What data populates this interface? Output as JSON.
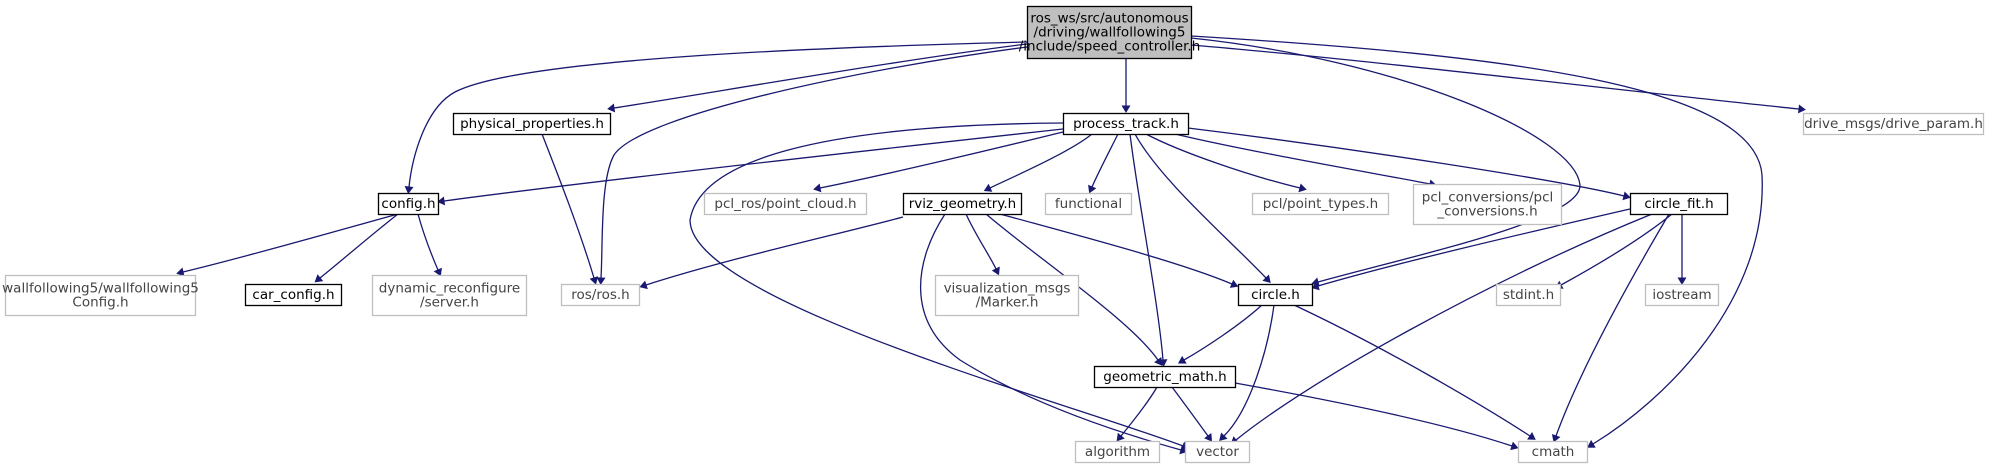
{
  "diagram": {
    "colors": {
      "edge": "#191970",
      "root_fill": "#bfbfbf",
      "external_border": "#bfbfbf",
      "local_border": "#000000"
    },
    "nodes": {
      "speed_controller": {
        "lines": [
          "ros_ws/src/autonomous",
          "/driving/wallfollowing5",
          "/include/speed_controller.h"
        ],
        "kind": "root"
      },
      "physical_properties": {
        "lines": [
          "physical_properties.h"
        ],
        "kind": "local"
      },
      "process_track": {
        "lines": [
          "process_track.h"
        ],
        "kind": "local"
      },
      "drive_param": {
        "lines": [
          "drive_msgs/drive_param.h"
        ],
        "kind": "external"
      },
      "config": {
        "lines": [
          "config.h"
        ],
        "kind": "local"
      },
      "pcl_point_cloud": {
        "lines": [
          "pcl_ros/point_cloud.h"
        ],
        "kind": "external"
      },
      "rviz_geometry": {
        "lines": [
          "rviz_geometry.h"
        ],
        "kind": "local"
      },
      "functional": {
        "lines": [
          "functional"
        ],
        "kind": "external"
      },
      "pcl_point_types": {
        "lines": [
          "pcl/point_types.h"
        ],
        "kind": "external"
      },
      "pcl_conversions": {
        "lines": [
          "pcl_conversions/pcl",
          "_conversions.h"
        ],
        "kind": "external"
      },
      "circle_fit": {
        "lines": [
          "circle_fit.h"
        ],
        "kind": "local"
      },
      "wf_config": {
        "lines": [
          "wallfollowing5/wallfollowing5",
          "Config.h"
        ],
        "kind": "external"
      },
      "car_config": {
        "lines": [
          "car_config.h"
        ],
        "kind": "local"
      },
      "dyn_server": {
        "lines": [
          "dynamic_reconfigure",
          "/server.h"
        ],
        "kind": "external"
      },
      "ros_ros": {
        "lines": [
          "ros/ros.h"
        ],
        "kind": "external"
      },
      "viz_marker": {
        "lines": [
          "visualization_msgs",
          "/Marker.h"
        ],
        "kind": "external"
      },
      "circle": {
        "lines": [
          "circle.h"
        ],
        "kind": "local"
      },
      "stdint": {
        "lines": [
          "stdint.h"
        ],
        "kind": "external"
      },
      "iostream": {
        "lines": [
          "iostream"
        ],
        "kind": "external"
      },
      "geometric_math": {
        "lines": [
          "geometric_math.h"
        ],
        "kind": "local"
      },
      "algorithm": {
        "lines": [
          "algorithm"
        ],
        "kind": "external"
      },
      "vector": {
        "lines": [
          "vector"
        ],
        "kind": "external"
      },
      "cmath": {
        "lines": [
          "cmath"
        ],
        "kind": "external"
      }
    },
    "edges": [
      [
        "speed_controller",
        "process_track"
      ],
      [
        "speed_controller",
        "physical_properties"
      ],
      [
        "speed_controller",
        "drive_param"
      ],
      [
        "speed_controller",
        "config"
      ],
      [
        "speed_controller",
        "ros_ros"
      ],
      [
        "speed_controller",
        "circle"
      ],
      [
        "speed_controller",
        "cmath"
      ],
      [
        "physical_properties",
        "ros_ros"
      ],
      [
        "process_track",
        "config"
      ],
      [
        "process_track",
        "pcl_point_cloud"
      ],
      [
        "process_track",
        "rviz_geometry"
      ],
      [
        "process_track",
        "functional"
      ],
      [
        "process_track",
        "pcl_point_types"
      ],
      [
        "process_track",
        "pcl_conversions"
      ],
      [
        "process_track",
        "circle_fit"
      ],
      [
        "process_track",
        "circle"
      ],
      [
        "process_track",
        "geometric_math"
      ],
      [
        "process_track",
        "vector"
      ],
      [
        "config",
        "wf_config"
      ],
      [
        "config",
        "car_config"
      ],
      [
        "config",
        "dyn_server"
      ],
      [
        "rviz_geometry",
        "ros_ros"
      ],
      [
        "rviz_geometry",
        "viz_marker"
      ],
      [
        "rviz_geometry",
        "circle"
      ],
      [
        "rviz_geometry",
        "geometric_math"
      ],
      [
        "rviz_geometry",
        "vector"
      ],
      [
        "circle_fit",
        "circle"
      ],
      [
        "circle_fit",
        "stdint"
      ],
      [
        "circle_fit",
        "iostream"
      ],
      [
        "circle_fit",
        "cmath"
      ],
      [
        "circle_fit",
        "vector"
      ],
      [
        "circle",
        "geometric_math"
      ],
      [
        "circle",
        "vector"
      ],
      [
        "circle",
        "cmath"
      ],
      [
        "geometric_math",
        "algorithm"
      ],
      [
        "geometric_math",
        "vector"
      ],
      [
        "geometric_math",
        "cmath"
      ]
    ]
  }
}
